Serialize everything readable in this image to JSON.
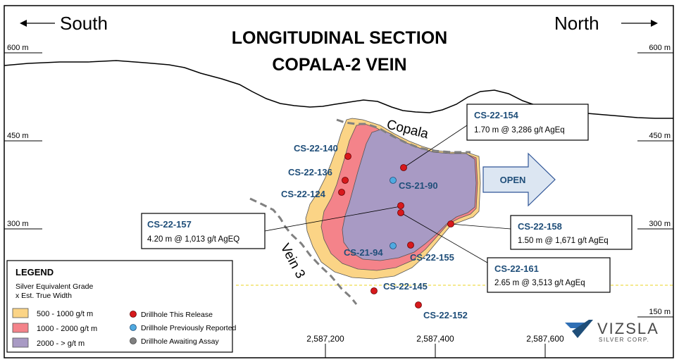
{
  "title": {
    "line1": "LONGITUDINAL SECTION",
    "line2": "COPALA-2 VEIN"
  },
  "directions": {
    "left": "South",
    "right": "North"
  },
  "elevations": {
    "e600": "600 m",
    "e450": "450 m",
    "e300": "300 m",
    "e150": "150 m"
  },
  "eastings": {
    "e1": "2,587,200",
    "e2": "2,587,400",
    "e3": "2,587,600"
  },
  "vein_labels": {
    "copala": "Copala",
    "vein3": "Vein 3"
  },
  "open_label": "OPEN",
  "drillholes": {
    "cs22_140": "CS-22-140",
    "cs22_136": "CS-22-136",
    "cs22_124": "CS-22-124",
    "cs21_90": "CS-21-90",
    "cs21_94": "CS-21-94",
    "cs22_155": "CS-22-155",
    "cs22_145": "CS-22-145",
    "cs22_152": "CS-22-152"
  },
  "callouts": {
    "cs22_154": {
      "name": "CS-22-154",
      "value": "1.70 m @ 3,286 g/t AgEq"
    },
    "cs22_157": {
      "name": "CS-22-157",
      "value": "4.20 m @ 1,013 g/t AgEQ"
    },
    "cs22_158": {
      "name": "CS-22-158",
      "value": "1.50 m @ 1,671 g/t AgEq"
    },
    "cs22_161": {
      "name": "CS-22-161",
      "value": "2.65 m @ 3,513 g/t AgEq"
    }
  },
  "legend": {
    "title": "LEGEND",
    "subtitle1": "Silver Equivalent Grade",
    "subtitle2": "x Est. True Width",
    "grades": [
      {
        "label": "500 - 1000 g/t m",
        "color": "#FBD486"
      },
      {
        "label": "1000 - 2000 g/t m",
        "color": "#F4838A"
      },
      {
        "label": "2000 - > g/t m",
        "color": "#A89AC4"
      }
    ],
    "symbols": [
      {
        "label": "Drillhole This Release",
        "color": "#D7191C"
      },
      {
        "label": "Drillhole Previously Reported",
        "color": "#4FA9E0"
      },
      {
        "label": "Drillhole Awaiting Assay",
        "color": "#808080"
      }
    ]
  },
  "logo": {
    "name": "VIZSLA",
    "tagline": "SILVER CORP."
  },
  "colors": {
    "hole_label": "#1F4E79",
    "open_arrow_fill": "#DCE6F2",
    "open_arrow_stroke": "#2F5597"
  }
}
